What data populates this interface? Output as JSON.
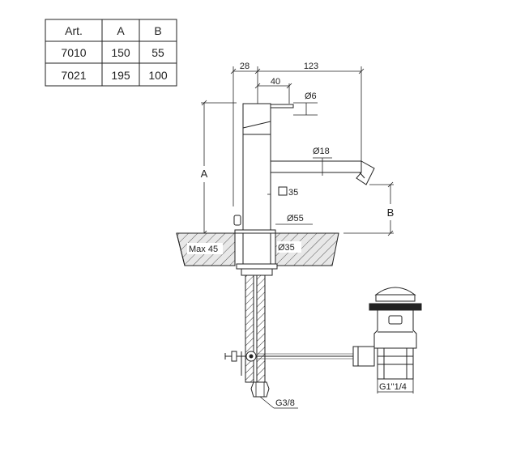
{
  "table": {
    "headers": [
      "Art.",
      "A",
      "B"
    ],
    "rows": [
      [
        "7010",
        "150",
        "55"
      ],
      [
        "7021",
        "195",
        "100"
      ]
    ]
  },
  "dims": {
    "d28": "28",
    "d123": "123",
    "d40": "40",
    "phi6": "Ø6",
    "phi18": "Ø18",
    "sq35": "35",
    "phi55": "Ø55",
    "phi35": "Ø35",
    "max45": "Max 45",
    "A": "A",
    "B": "B",
    "g38": "G3/8",
    "g114": "G1\"1/4"
  },
  "colors": {
    "line": "#222222",
    "hatch": "#555555",
    "countertop": "#e6e6e6"
  }
}
